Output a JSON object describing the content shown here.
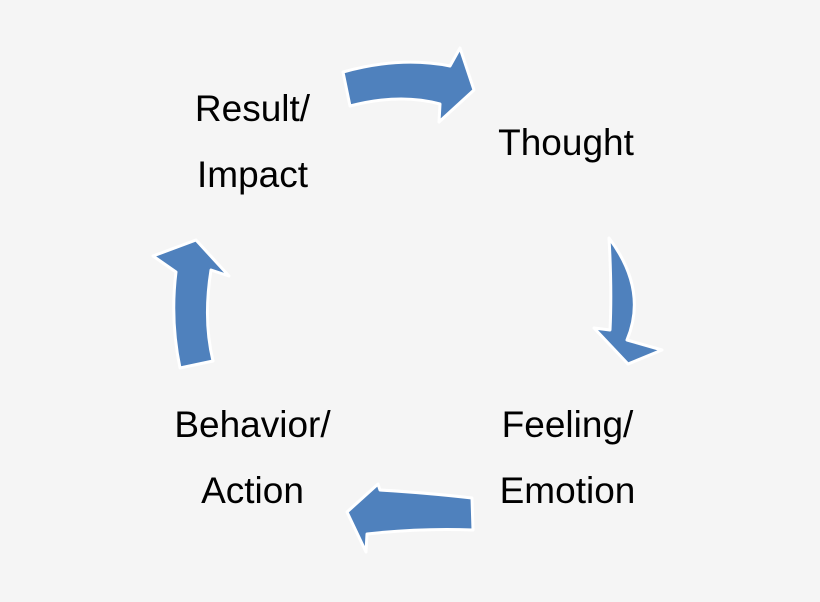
{
  "diagram": {
    "type": "cycle",
    "colors": {
      "background": "#f5f5f5",
      "arrow_fill": "#4f81bd",
      "arrow_outline": "#ffffff",
      "text": "#000000"
    },
    "nodes": [
      {
        "lines": [
          "Thought"
        ]
      },
      {
        "lines": [
          "Feeling/",
          "Emotion"
        ]
      },
      {
        "lines": [
          "Behavior/",
          "Action"
        ]
      },
      {
        "lines": [
          "Result/",
          "Impact"
        ]
      }
    ],
    "edges": [
      {
        "from": "Result/ Impact",
        "to": "Thought"
      },
      {
        "from": "Thought",
        "to": "Feeling/ Emotion"
      },
      {
        "from": "Feeling/ Emotion",
        "to": "Behavior/ Action"
      },
      {
        "from": "Behavior/ Action",
        "to": "Result/ Impact"
      }
    ]
  }
}
